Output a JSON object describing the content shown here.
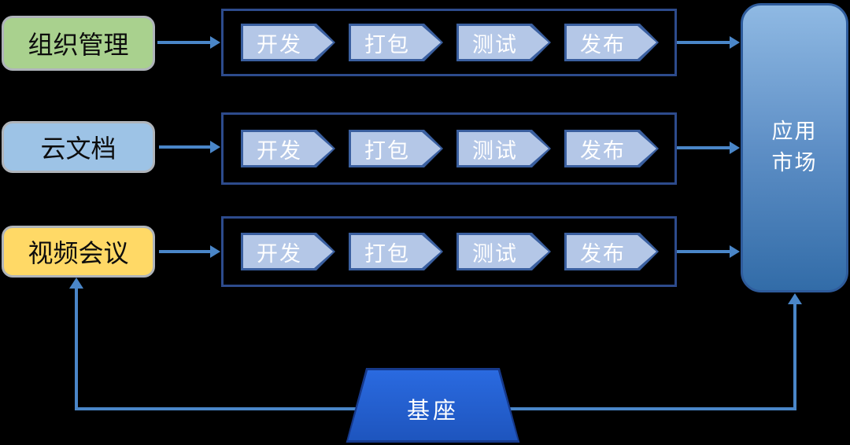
{
  "diagram": {
    "sources": [
      {
        "label": "组织管理",
        "fill": "#A9D18E"
      },
      {
        "label": "云文档",
        "fill": "#9DC3E6"
      },
      {
        "label": "视频会议",
        "fill": "#FFD966"
      }
    ],
    "stages": [
      "开发",
      "打包",
      "测试",
      "发布"
    ],
    "market": {
      "line1": "应用",
      "line2": "市场"
    },
    "base": {
      "label": "基座"
    },
    "colors": {
      "background": "#000000",
      "source_border": "#AFB4BA",
      "source_text": "#0D0D0D",
      "pipeline_border": "#2D4B8C",
      "stage_fill": "#B4C7E7",
      "stage_border": "#3A5F9F",
      "stage_text": "#FFFFFF",
      "market_border": "#2E5B9B",
      "market_gradient_top": "#8FB9E3",
      "market_gradient_bottom": "#326CA8",
      "base_border": "#16398B",
      "base_gradient_top": "#2A6AE0",
      "base_gradient_bottom": "#1E55BE",
      "connector": "#4A86C8"
    }
  }
}
